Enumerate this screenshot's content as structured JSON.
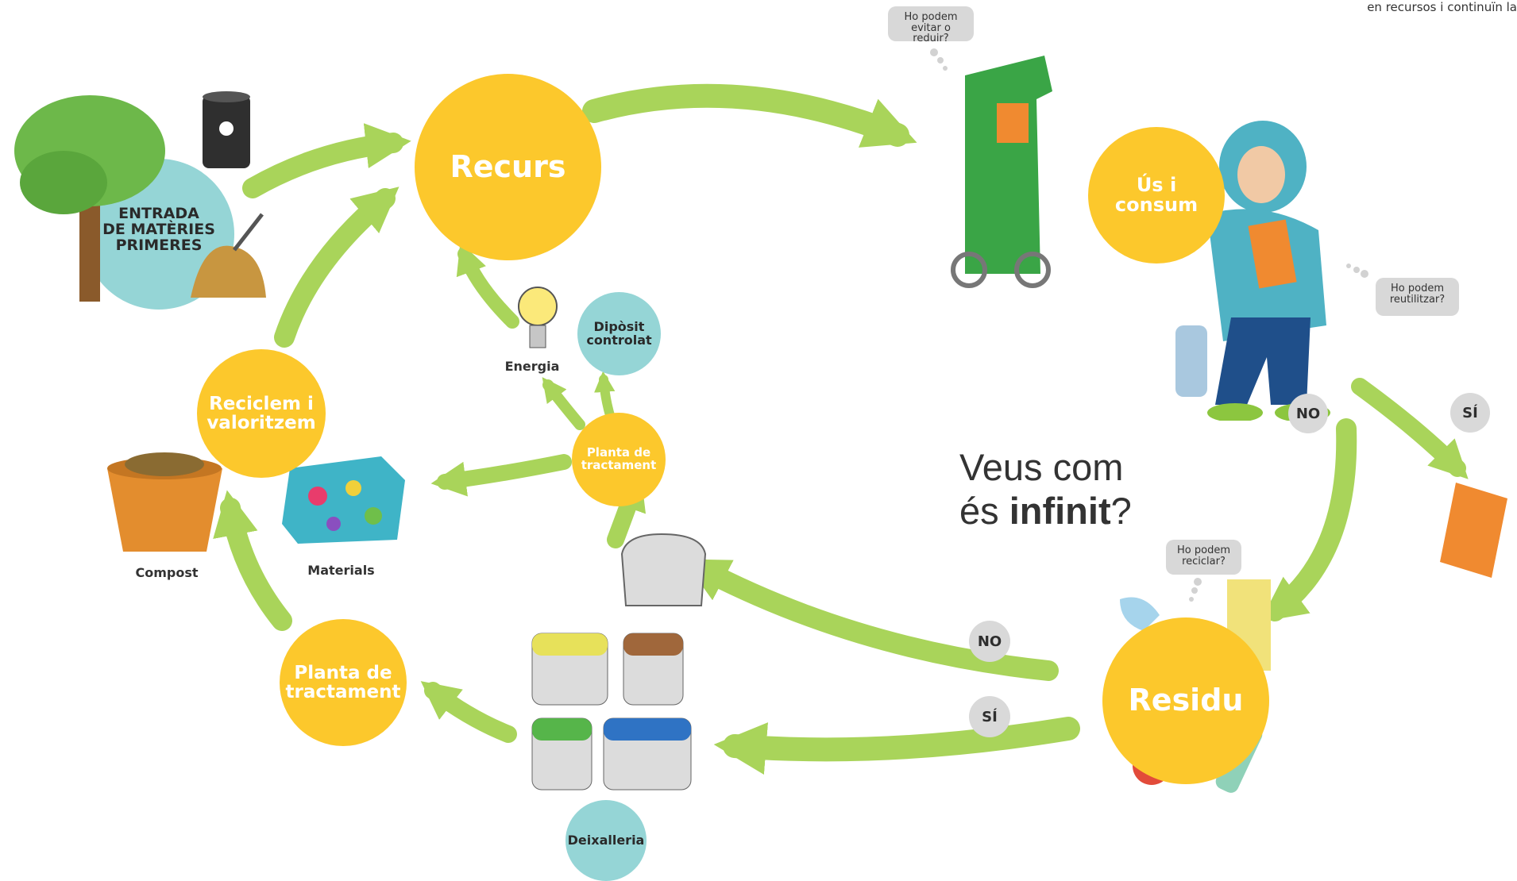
{
  "top_note": "en recursos i continuïn la",
  "headline": {
    "line1": "Veus com",
    "line2_prefix": "és ",
    "line2_strong": "infinit",
    "line2_suffix": "?"
  },
  "nodes": {
    "entrada": "ENTRADA\nDE MATÈRIES\nPRIMERES",
    "recurs": "Recurs",
    "us_consum": "Ús i\nconsum",
    "residu": "Residu",
    "planta_top": "Planta de\ntractament",
    "planta_bottom": "Planta de\ntractament",
    "reciclem": "Reciclem i\nvaloritzem",
    "diposit": "Dipòsit\ncontrolat",
    "deixalleria": "Deixalleria"
  },
  "labels": {
    "energia": "Energia",
    "compost": "Compost",
    "materials": "Materials"
  },
  "bubbles": {
    "evitar": "Ho podem\nevitar o reduir?",
    "reutilitzar": "Ho podem\nreutilitzar?",
    "reciclar": "Ho podem\nreciclar?"
  },
  "badges": {
    "no_top": "NO",
    "si_top": "SÍ",
    "no_bottom": "NO",
    "si_bottom": "SÍ"
  },
  "colors": {
    "yellow": "#fcc82c",
    "teal": "#95d5d6",
    "arrow_green": "#a9d45a",
    "badge_grey": "#d9d9d9"
  },
  "icons": [
    "tree-icon",
    "oil-barrel-icon",
    "soil-shovel-icon",
    "shopping-trolley-icon",
    "person-reading-icon",
    "book-icon",
    "waste-pile-icon",
    "grey-container-icon",
    "recycling-containers-icon",
    "lightbulb-icon",
    "compost-bin-icon",
    "recycled-materials-bale-icon"
  ]
}
